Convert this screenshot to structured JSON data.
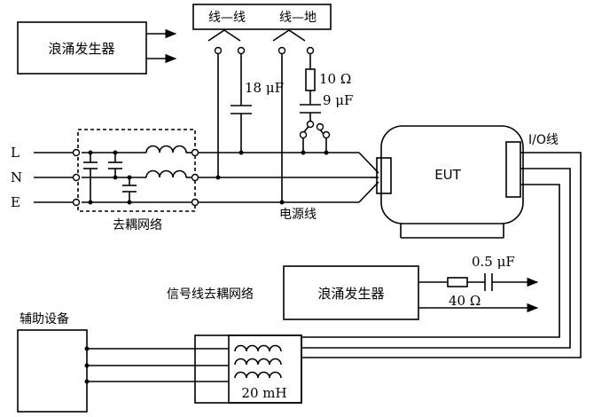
{
  "labels": {
    "surge_generator_top": "浪涌发生器",
    "line_to_line": "线—线",
    "line_to_ground": "线—地",
    "cap_18uF": "18 μF",
    "res_10ohm": "10 Ω",
    "cap_9uF": "9 μF",
    "line_L": "L",
    "line_N": "N",
    "line_E": "E",
    "decoupling_network": "去耦网络",
    "power_line": "电源线",
    "eut": "EUT",
    "io_line": "I/O线",
    "signal_decoupling_network": "信号线去耦网络",
    "surge_generator_bottom": "浪涌发生器",
    "cap_05uF": "0.5 μF",
    "res_40ohm": "40 Ω",
    "auxiliary_equipment": "辅助设备",
    "inductor_20mH": "20 mH"
  }
}
